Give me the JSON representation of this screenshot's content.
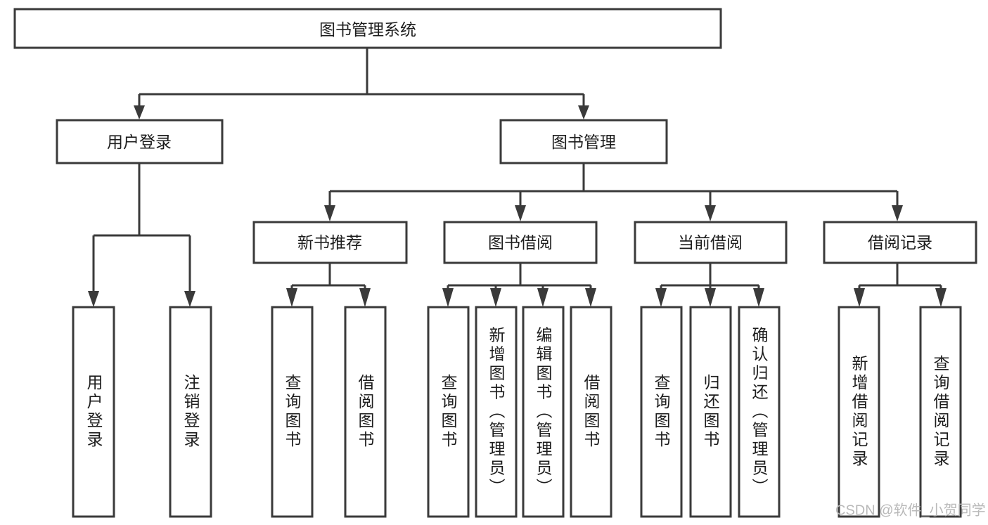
{
  "diagram": {
    "type": "tree",
    "title": "图书管理系统",
    "watermark": "CSDN @软件_小贺同学",
    "colors": {
      "box_stroke": "#3a3a3a",
      "box_fill": "#ffffff",
      "connector": "#3a3a3a",
      "text": "#1d1d1d",
      "watermark": "#b9b9b9",
      "background": "#ffffff"
    },
    "root": {
      "label": "图书管理系统"
    },
    "level2": [
      {
        "label": "用户登录"
      },
      {
        "label": "图书管理"
      }
    ],
    "level3": [
      {
        "label": "新书推荐"
      },
      {
        "label": "图书借阅"
      },
      {
        "label": "当前借阅"
      },
      {
        "label": "借阅记录"
      }
    ],
    "leaves": {
      "user_login": [
        {
          "label": "用户登录"
        },
        {
          "label": "注销登录"
        }
      ],
      "new_book_recommend": [
        {
          "label": "查询图书"
        },
        {
          "label": "借阅图书"
        }
      ],
      "book_borrow": [
        {
          "label": "查询图书"
        },
        {
          "label": "新增图书（管理员）"
        },
        {
          "label": "编辑图书（管理员）"
        },
        {
          "label": "借阅图书"
        }
      ],
      "current_borrow": [
        {
          "label": "查询图书"
        },
        {
          "label": "归还图书"
        },
        {
          "label": "确认归还（管理员）"
        }
      ],
      "borrow_record": [
        {
          "label": "新增借阅记录"
        },
        {
          "label": "查询借阅记录"
        }
      ]
    }
  }
}
